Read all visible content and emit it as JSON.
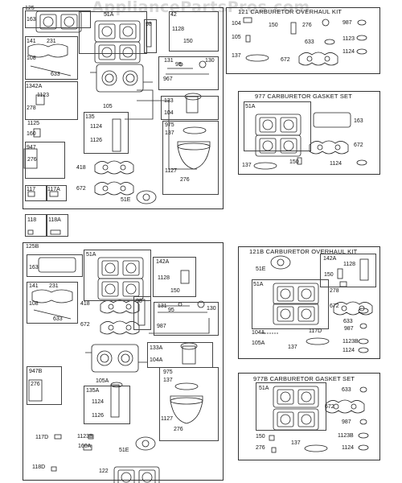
{
  "watermark": "AppliancePartsPros.com",
  "kits": {
    "kit121_title": "121 CARBURETOR OVERHAUL KIT",
    "kit977_title": "977 CARBURETOR GASKET SET",
    "kit121b_title": "121B CARBURETOR OVERHAUL KIT",
    "kit977b_title": "977B CARBURETOR GASKET SET"
  },
  "labels": {
    "p125": "125",
    "p163": "163",
    "p51a": "51A",
    "p42": "42",
    "p98": "98",
    "p1128": "1128",
    "p150": "150",
    "p141": "141",
    "p231": "231",
    "p108": "108",
    "p633": "633",
    "p131": "131",
    "p95": "95",
    "p130": "130",
    "p967": "967",
    "p1342a": "1342A",
    "p1123": "1123",
    "p278": "278",
    "p1125": "1125",
    "p160": "160",
    "p105": "105",
    "p133": "133",
    "p104": "104",
    "p135": "135",
    "p1124": "1124",
    "p1126": "1126",
    "p975": "975",
    "p137": "137",
    "p947": "947",
    "p276": "276",
    "p418": "418",
    "p672": "672",
    "p1127": "1127",
    "p117": "117",
    "p117a": "117A",
    "p51e": "51E",
    "p118": "118",
    "p118a": "118A",
    "k121_104": "104",
    "k121_105": "105",
    "k121_150": "150",
    "k121_276": "276",
    "k121_633": "633",
    "k121_987": "987",
    "k121_1123": "1123",
    "k121_137": "137",
    "k121_672": "672",
    "k121_1124": "1124",
    "k977_51a": "51A",
    "k977_163": "163",
    "k977_672": "672",
    "k977_137": "137",
    "k977_150": "150",
    "k977_1124": "1124",
    "b125b": "125B",
    "b163": "163",
    "b51a": "51A",
    "b142a": "142A",
    "b1128": "1128",
    "b150": "150",
    "b141": "141",
    "b231": "231",
    "b108": "108",
    "b633": "633",
    "b418": "418",
    "b672": "672",
    "b98": "98",
    "b131": "131",
    "b95": "95",
    "b130": "130",
    "b987": "987",
    "b947b": "947B",
    "b276": "276",
    "b133a": "133A",
    "b104a": "104A",
    "b105a": "105A",
    "b135a": "135A",
    "b1124": "1124",
    "b1126": "1126",
    "b975": "975",
    "b137": "137",
    "b1127": "1127",
    "b276b": "276",
    "b117d": "117D",
    "b1123b": "1123B",
    "b160a": "160A",
    "b51e": "51E",
    "b118d": "118D",
    "b122": "122",
    "k121b_51e": "51E",
    "k121b_142a": "142A",
    "k121b_1128": "1128",
    "k121b_150": "150",
    "k121b_51a": "51A",
    "k121b_278": "278",
    "k121b_672": "672",
    "k121b_633": "633",
    "k121b_987": "987",
    "k121b_104a": "104A",
    "k121b_117d": "117D",
    "k121b_105a": "105A",
    "k121b_137": "137",
    "k121b_1123b": "1123B",
    "k121b_1124": "1124",
    "k977b_51a": "51A",
    "k977b_633": "633",
    "k977b_672": "672",
    "k977b_987": "987",
    "k977b_150": "150",
    "k977b_276": "276",
    "k977b_137": "137",
    "k977b_1123b": "1123B",
    "k977b_1124": "1124"
  }
}
